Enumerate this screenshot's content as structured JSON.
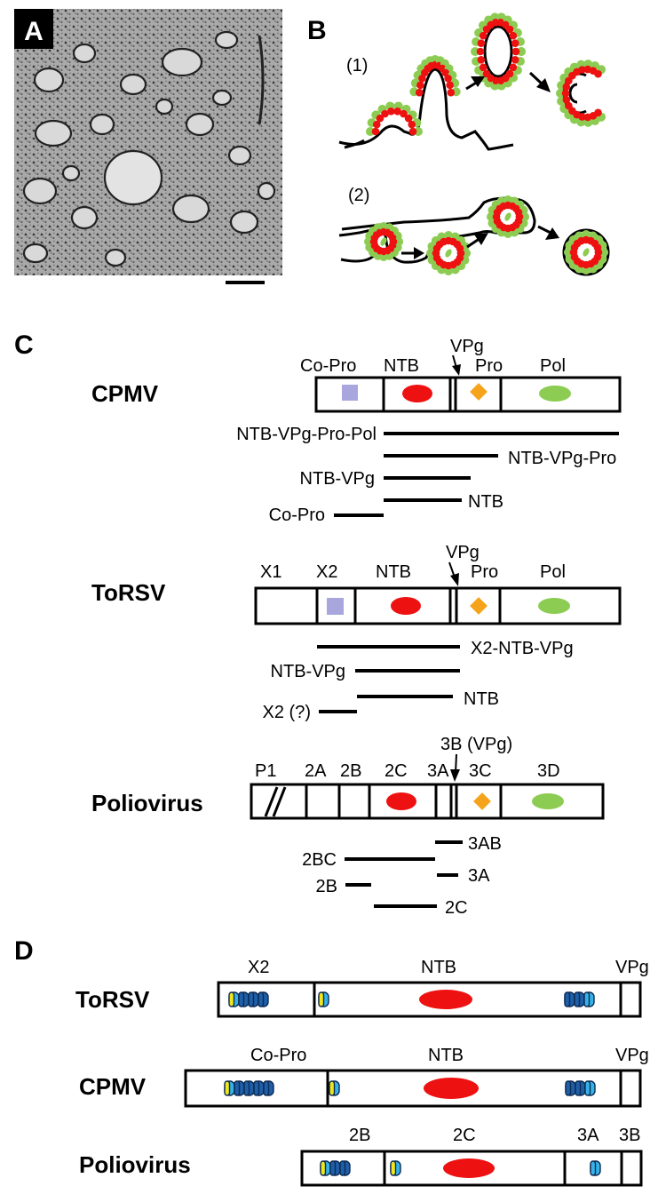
{
  "panels": {
    "a": {
      "letter": "A"
    },
    "b": {
      "letter": "B",
      "label_1": "(1)",
      "label_2": "(2)"
    },
    "c": {
      "letter": "C",
      "cpmv": {
        "name": "CPMV",
        "domains": [
          "Co-Pro",
          "NTB",
          "VPg",
          "Pro",
          "Pol"
        ],
        "products": [
          "NTB-VPg-Pro-Pol",
          "NTB-VPg-Pro",
          "NTB-VPg",
          "NTB",
          "Co-Pro"
        ]
      },
      "torsv": {
        "name": "ToRSV",
        "domains": [
          "X1",
          "X2",
          "NTB",
          "VPg",
          "Pro",
          "Pol"
        ],
        "products": [
          "X2-NTB-VPg",
          "NTB-VPg",
          "NTB",
          "X2 (?)"
        ]
      },
      "polio": {
        "name": "Poliovirus",
        "domains": [
          "P1",
          "2A",
          "2B",
          "2C",
          "3A",
          "3B (VPg)",
          "3C",
          "3D"
        ],
        "products": [
          "3AB",
          "2BC",
          "3A",
          "2B",
          "2C"
        ]
      }
    },
    "d": {
      "letter": "D",
      "torsv": {
        "name": "ToRSV",
        "domains": [
          "X2",
          "NTB",
          "VPg"
        ]
      },
      "cpmv": {
        "name": "CPMV",
        "domains": [
          "Co-Pro",
          "NTB",
          "VPg"
        ]
      },
      "polio": {
        "name": "Poliovirus",
        "domains": [
          "2B",
          "2C",
          "3A",
          "3B"
        ]
      }
    }
  },
  "colors": {
    "red": "#ee1111",
    "green": "#8dcc52",
    "lavender": "#a8a6dc",
    "orange": "#f5a31a",
    "tm_dark_blue": "#1f5fa8",
    "tm_light_blue": "#35b3e8",
    "tm_yellow": "#f0e61e",
    "micrograph_bg": "#a9a9a9"
  }
}
